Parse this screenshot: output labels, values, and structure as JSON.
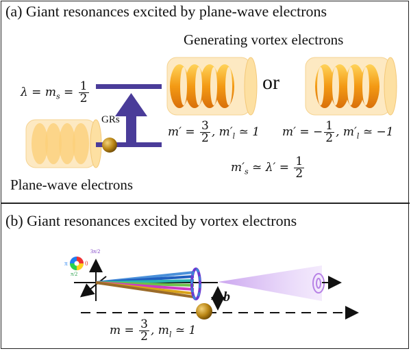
{
  "panel_a": {
    "title": "(a) Giant resonances excited by plane-wave electrons",
    "generating_label": "Generating vortex electrons",
    "or_label": "or",
    "gr_label": "GRs",
    "plane_wave_label": "Plane-wave electrons",
    "lambda_lhs": "λ = m",
    "lambda_sub": "s",
    "eq": "=",
    "half_num": "1",
    "half_den": "2",
    "three_num": "3",
    "left_m_prefix": "m′ = ",
    "left_m_suffix": ", m′",
    "left_m_sub": "l",
    "left_m_tail": " ≃ 1",
    "right_m_prefix": "m′ = −",
    "right_m_suffix": ", m′",
    "right_m_sub": "l",
    "right_m_tail": " ≃ −1",
    "ms_prefix": "m′",
    "ms_sub": "s",
    "ms_mid": " ≃ λ′ = "
  },
  "panel_b": {
    "title": "(b) Giant resonances excited by vortex electrons",
    "b_label": "b",
    "m_prefix": "m = ",
    "m_suffix": ", m",
    "m_sub": "l",
    "m_tail": " ≃ 1",
    "wheel_top": "3π/2",
    "wheel_left": "π",
    "wheel_right": "0",
    "wheel_bottom": "π/2"
  },
  "colors": {
    "level_purple": "#4a3c99",
    "cylinder_fill": "#fce3b0",
    "vortex_orange": "#f2a21c",
    "sphere_brown": "#b07d16",
    "cone_violet": "#c49ce8"
  }
}
